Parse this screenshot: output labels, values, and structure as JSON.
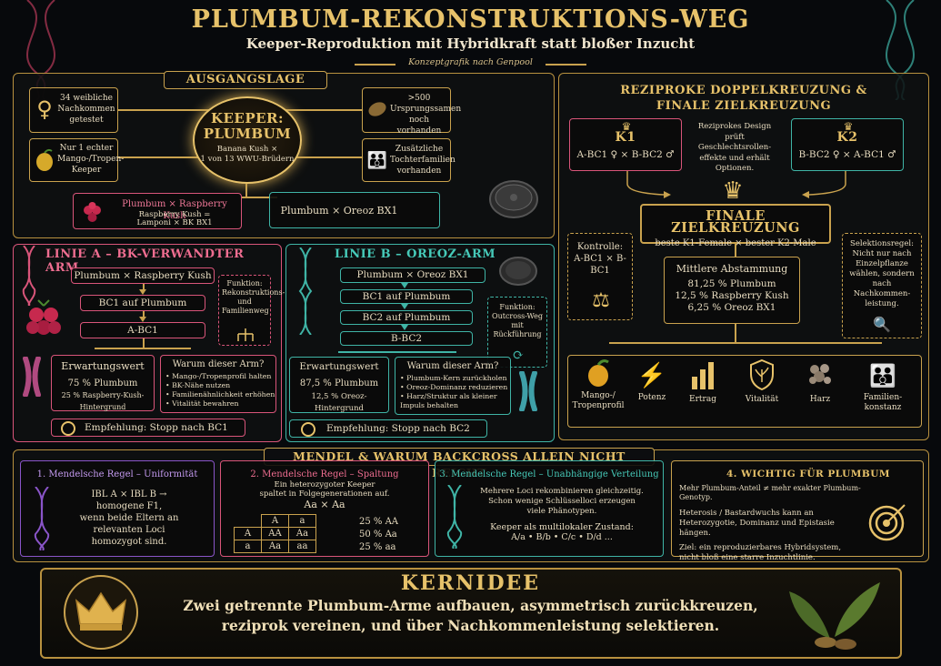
{
  "header": {
    "title": "PLUMBUM-REKONSTRUKTIONS-WEG",
    "subtitle": "Keeper-Reproduktion mit Hybridkraft statt bloßer Inzucht",
    "caption": "Konzeptgrafik nach Genpool"
  },
  "ausgangslage": {
    "heading": "AUSGANGSLAGE",
    "center_title_1": "KEEPER:",
    "center_title_2": "PLUMBUM",
    "center_sub_1": "Banana Kush ×",
    "center_sub_2": "1 von 13 WWU-Brüdern",
    "fact1": "34 weibliche Nachkommen getestet",
    "fact2": "Nur 1 echter Mango-/Tropen-Keeper",
    "fact3": ">500 Ursprungssamen noch vorhanden",
    "fact4": "Zusätzliche Tochterfamilien vorhanden",
    "cross_a_title": "Plumbum × Raspberry Kush",
    "cross_a_sub1": "Raspberry Kush =",
    "cross_a_sub2": "Lamponi × BK BX1",
    "cross_b_title": "Plumbum × Oreoz BX1"
  },
  "linie_a": {
    "heading": "LINIE A – BK-VERWANDTER ARM",
    "step1": "Plumbum × Raspberry Kush",
    "step2": "BC1 auf Plumbum",
    "step3": "A-BC1",
    "function": "Funktion: Rekonstruktions- und Familienweg",
    "expect_title": "Erwartungswert",
    "expect_1": "75 % Plumbum",
    "expect_2": "25 % Raspberry-Kush-Hintergrund",
    "why_title": "Warum dieser Arm?",
    "why_1": "• Mango-/Tropenprofil halten",
    "why_2": "• BK-Nähe nutzen",
    "why_3": "• Familienähnlichkeit erhöhen",
    "why_4": "• Vitalität bewahren",
    "recommend": "Empfehlung: Stopp nach BC1"
  },
  "linie_b": {
    "heading": "LINIE B – OREOZ-ARM",
    "step1": "Plumbum × Oreoz BX1",
    "step2": "BC1 auf Plumbum",
    "step3": "BC2 auf Plumbum",
    "step4": "B-BC2",
    "function": "Funktion: Outcross-Weg mit Rückführung",
    "expect_title": "Erwartungswert",
    "expect_1": "87,5 % Plumbum",
    "expect_2": "12,5 % Oreoz-Hintergrund",
    "why_title": "Warum dieser Arm?",
    "why_1": "• Plumbum-Kern zurückholen",
    "why_2": "• Oreoz-Dominanz reduzieren",
    "why_3": "• Harz/Struktur als kleiner Impuls behalten",
    "recommend": "Empfehlung: Stopp nach BC2"
  },
  "reziprok": {
    "heading_1": "REZIPROKE DOPPELKREUZUNG &",
    "heading_2": "FINALE ZIELKREUZUNG",
    "k1_label": "K1",
    "k1_formula": "A-BC1 ♀ × B-BC2 ♂",
    "k2_label": "K2",
    "k2_formula": "B-BC2 ♀ × A-BC1 ♂",
    "design_note": "Reziprokes Design prüft Geschlechtsrollen-effekte und erhält Optionen.",
    "final_title": "FINALE ZIELKREUZUNG",
    "final_sub": "beste K1-Female × bester K2-Male",
    "control": "Kontrolle: A-BC1 × B-BC1",
    "selection": "Selektionsregel: Nicht nur nach Einzelpflanze wählen, sondern nach Nachkommen-leistung.",
    "avg_title": "Mittlere Abstammung",
    "avg_1": "81,25 % Plumbum",
    "avg_2": "12,5 % Raspberry Kush",
    "avg_3": "6,25 % Oreoz BX1",
    "traits": [
      "Mango-/ Tropenprofil",
      "Potenz",
      "Ertrag",
      "Vitalität",
      "Harz",
      "Familien-konstanz"
    ]
  },
  "mendel": {
    "heading": "MENDEL & WARUM BACKCROSS ALLEIN NICHT REICHT",
    "r1_title": "1. Mendelsche Regel – Uniformität",
    "r1_text_1": "IBL A × IBL B →",
    "r1_text_2": "homogene F1,",
    "r1_text_3": "wenn beide Eltern an",
    "r1_text_4": "relevanten Loci",
    "r1_text_5": "homozygot sind.",
    "r2_title": "2. Mendelsche Regel – Spaltung",
    "r2_text_1": "Ein heterozygoter Keeper",
    "r2_text_2": "spaltet in Folgegenerationen auf.",
    "r2_cross": "Aa × Aa",
    "punnett": [
      "A",
      "a",
      "A",
      "AA",
      "Aa",
      "a",
      "Aa",
      "aa"
    ],
    "r2_ratio_1": "25 % AA",
    "r2_ratio_2": "50 % Aa",
    "r2_ratio_3": "25 % aa",
    "r3_title": "3. Mendelsche Regel – Unabhängige Verteilung",
    "r3_text_1": "Mehrere Loci rekombinieren gleichzeitig.",
    "r3_text_2": "Schon wenige Schlüsselloci erzeugen",
    "r3_text_3": "viele Phänotypen.",
    "r3_text_4": "Keeper als multilokaler Zustand:",
    "r3_text_5": "A/a • B/b • C/c • D/d ...",
    "r4_title": "4. WICHTIG FÜR PLUMBUM",
    "r4_text_1": "Mehr Plumbum-Anteil ≠ mehr exakter Plumbum-Genotyp.",
    "r4_text_2": "Heterosis / Bastardwuchs kann an Heterozygotie, Dominanz und Epistasie hängen.",
    "r4_text_3": "Ziel: ein reproduzierbares Hybridsystem, nicht bloß eine starre Inzuchtlinie."
  },
  "kernidee": {
    "heading": "KERNIDEE",
    "line_1": "Zwei getrennte Plumbum-Arme aufbauen, asymmetrisch zurückkreuzen,",
    "line_2": "reziprok vereinen, und über Nachkommenleistung selektieren."
  },
  "colors": {
    "gold": "#e7c26a",
    "pink": "#d9557a",
    "teal": "#3fb4a6",
    "purple": "#8a55c9"
  }
}
